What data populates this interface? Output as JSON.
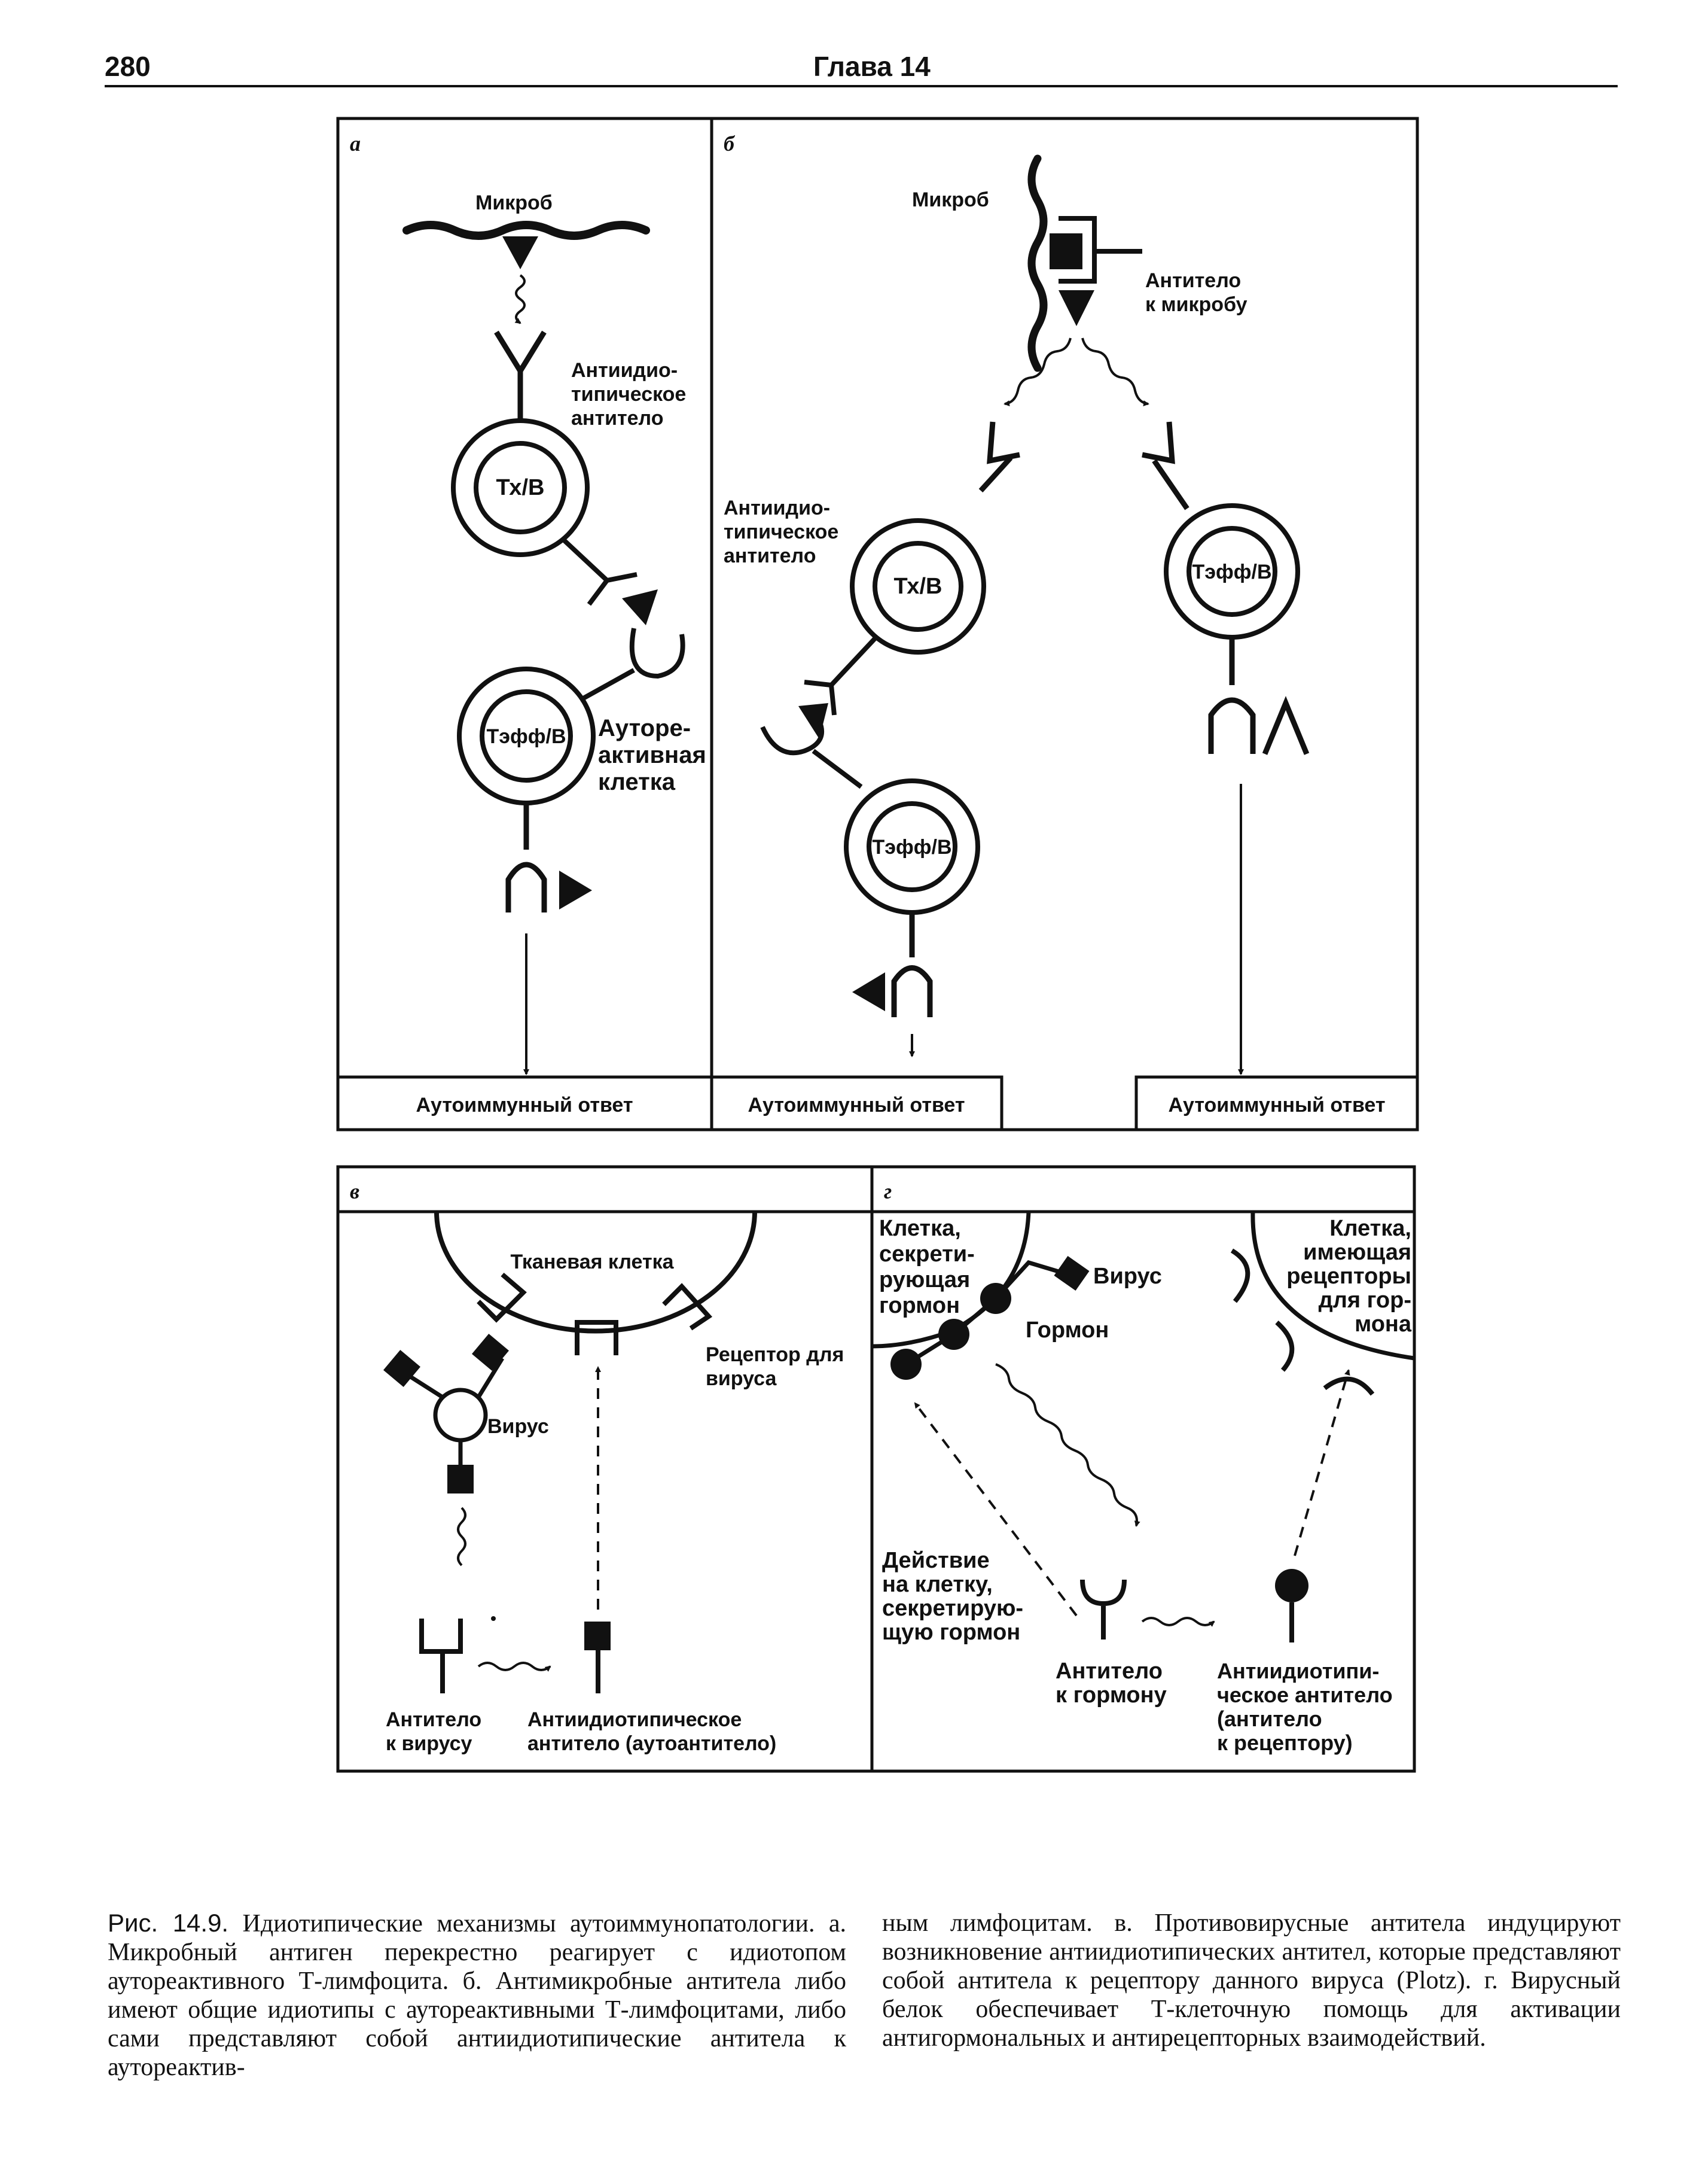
{
  "header": {
    "page_number": "280",
    "chapter": "Глава 14"
  },
  "panels": {
    "a": {
      "letter": "а",
      "microbe": "Микроб",
      "anti_idiotypic": [
        "Антиидио-",
        "типическое",
        "антитело"
      ],
      "cell_th": "Тх/B",
      "cell_teff": "Тэфф/B",
      "autoreactive": [
        "Ауторе-",
        "активная",
        "клетка"
      ],
      "response": "Аутоиммунный ответ"
    },
    "b": {
      "letter": "б",
      "microbe": "Микроб",
      "antibody": [
        "Антитело",
        "к микробу"
      ],
      "anti_idiotypic": [
        "Антиидио-",
        "типическое",
        "антитело"
      ],
      "cell_th": "Тх/B",
      "cell_teff_left": "Тэфф/B",
      "cell_teff_right": "Тэфф/B",
      "response_left": "Аутоиммунный ответ",
      "response_right": "Аутоиммунный ответ"
    },
    "v": {
      "letter": "в",
      "tissue_cell": "Тканевая клетка",
      "receptor": [
        "Рецептор для",
        "вируса"
      ],
      "virus": "Вирус",
      "antibody": [
        "Антитело",
        "к вирусу"
      ],
      "anti_idiotypic": [
        "Антиидиотипическое",
        "антитело (аутоантитело)"
      ]
    },
    "g": {
      "letter": "г",
      "secreting_cell": [
        "Клетка,",
        "секрети-",
        "рующая",
        "гормон"
      ],
      "virus": "Вирус",
      "hormone": "Гормон",
      "receptor_cell": [
        "Клетка,",
        "имеющая",
        "рецепторы",
        "для гор-",
        "мона"
      ],
      "action": [
        "Действие",
        "на клетку,",
        "секретирую-",
        "щую гормон"
      ],
      "antibody": [
        "Антитело",
        "к гормону"
      ],
      "anti_idiotypic": [
        "Антиидиотипи-",
        "ческое антитело",
        "(антитело",
        "к рецептору)"
      ]
    }
  },
  "caption": {
    "lead": "Рис. 14.9.",
    "left": "Идиотипические механизмы аутоиммунопатологии. а. Микробный антиген перекрестно реагирует с идиотопом аутореактивного Т-лимфоцита. б. Антимикробные антитела либо имеют общие идиотипы с аутореактивными Т-лимфоцитами, либо сами представляют собой антиидиотипические антитела к аутореактив-",
    "right": "ным лимфоцитам. в. Противовирусные антитела индуцируют возникновение антиидиотипических антител, которые представляют собой антитела к рецептору данного вируса (Plotz). г. Вирусный белок обеспечивает Т-клеточную помощь для активации антигормональных и антирецепторных взаимодействий."
  }
}
